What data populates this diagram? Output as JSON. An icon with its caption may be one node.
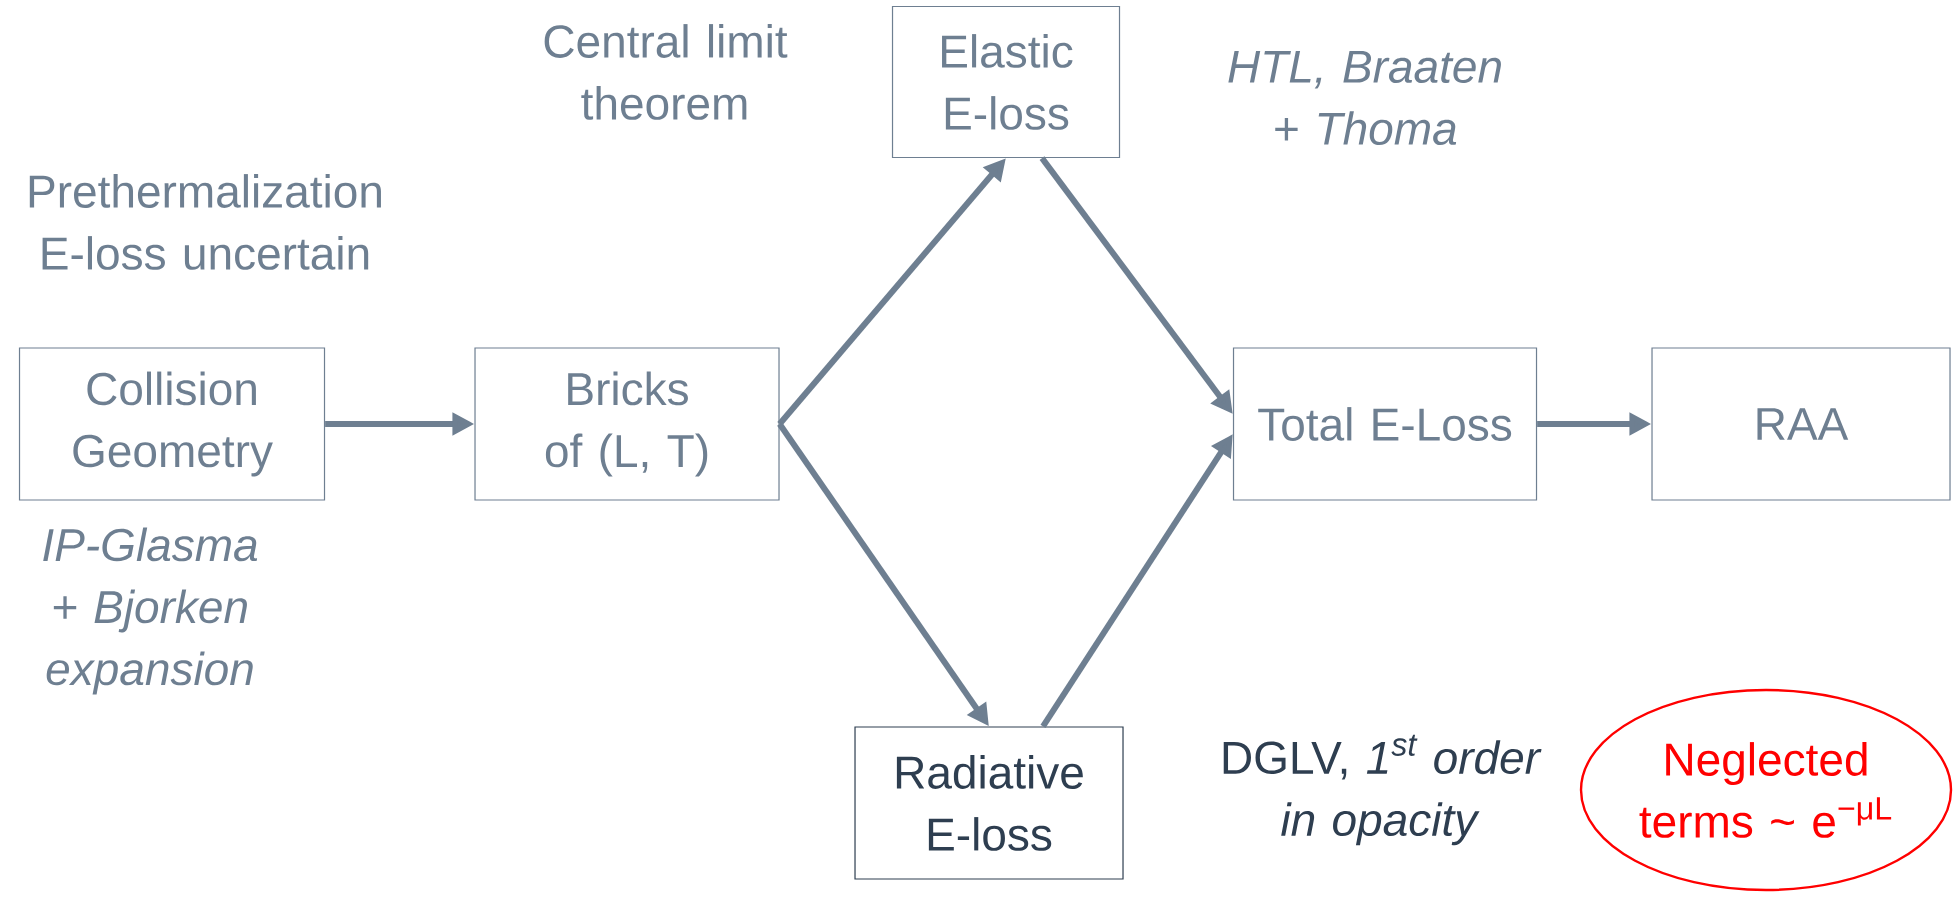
{
  "diagram": {
    "nodes": [
      {
        "text": [
          "Collision Geometry"
        ],
        "beside": [
          "Prethermalization E-loss uncertain",
          "IP-Glasma + Bjorken expansion"
        ]
      },
      {
        "text": [
          "Bricks of (L, T)"
        ]
      },
      {
        "text": [
          "Elastic E-loss"
        ],
        "beside": [
          "HTL, Braaten + Thoma"
        ]
      },
      {
        "text": [
          "Radiative E-loss"
        ]
      },
      {
        "text": [
          "Total E-Loss"
        ]
      },
      {
        "text": [
          "RAA"
        ]
      },
      {
        "text": [
          "Neglected terms ~ e$^{−μL}$"
        ]
      }
    ],
    "edges": [
      {
        "from": 0,
        "to": 1,
        "arrow": "to"
      },
      {
        "from": 1,
        "to": 2,
        "arrow": "to"
      },
      {
        "from": 1,
        "to": 3,
        "arrow": "to"
      },
      {
        "from": 2,
        "to": 4,
        "arrow": "to"
      },
      {
        "from": 3,
        "to": 4,
        "arrow": "to"
      },
      {
        "from": 4,
        "to": 5,
        "arrow": "to"
      }
    ],
    "labels": [
      "Central limit theorem",
      "DGLV, *1$^{st}$ order in opacity*"
    ]
  }
}
